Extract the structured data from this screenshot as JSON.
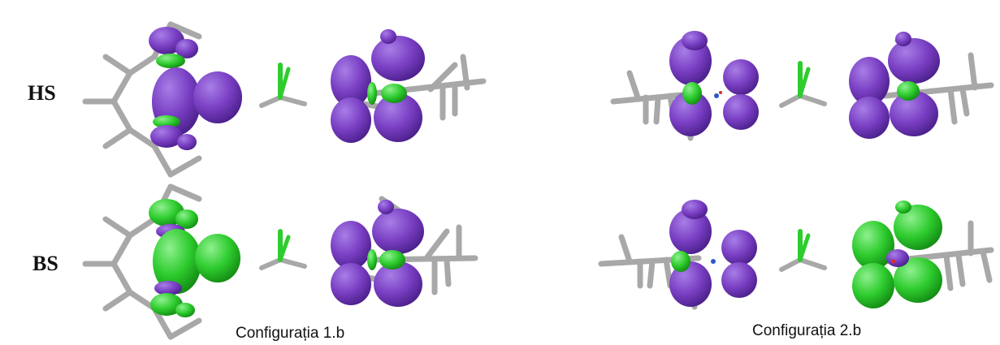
{
  "rows": [
    {
      "label": "HS"
    },
    {
      "label": "BS"
    }
  ],
  "captions": [
    {
      "text": "Configurația 1.b"
    },
    {
      "text": "Configurația 2.b"
    }
  ],
  "colors": {
    "orbital_positive": "#7a3fc4",
    "orbital_negative": "#2ecc2e",
    "bond": "#a8a8a8",
    "hydrogen": "#e6e6e6",
    "nitrogen": "#2b57c9",
    "oxygen": "#d33030"
  },
  "panels": [
    {
      "name": "1b-HS",
      "left_fragment": "positive",
      "right_fragment": "positive"
    },
    {
      "name": "2b-HS",
      "left_fragment": "positive",
      "right_fragment": "positive"
    },
    {
      "name": "1b-BS",
      "left_fragment": "negative",
      "right_fragment": "positive"
    },
    {
      "name": "2b-BS",
      "left_fragment": "positive",
      "right_fragment": "negative"
    }
  ]
}
